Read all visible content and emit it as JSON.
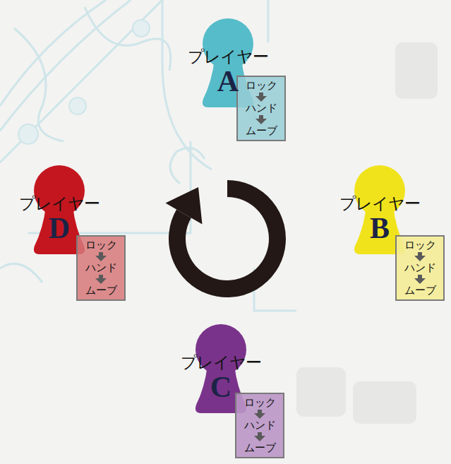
{
  "diagram": {
    "nodes": [
      {
        "text": [
          "プレイヤー",
          "A"
        ]
      },
      {
        "text": [
          "ロック",
          "ハンド",
          "ムーブ"
        ]
      },
      {
        "text": [
          "プレイヤー",
          "D"
        ]
      },
      {
        "text": [
          "ロック",
          "ハンド",
          "ムーブ"
        ]
      },
      {
        "text": [
          "プレイヤー",
          "B"
        ]
      },
      {
        "text": [
          "ロック",
          "ハンド",
          "ムーブ"
        ]
      },
      {
        "text": [
          "プレイヤー",
          "C"
        ]
      },
      {
        "text": [
          "ロック",
          "ハンド",
          "ムーブ"
        ]
      }
    ]
  }
}
